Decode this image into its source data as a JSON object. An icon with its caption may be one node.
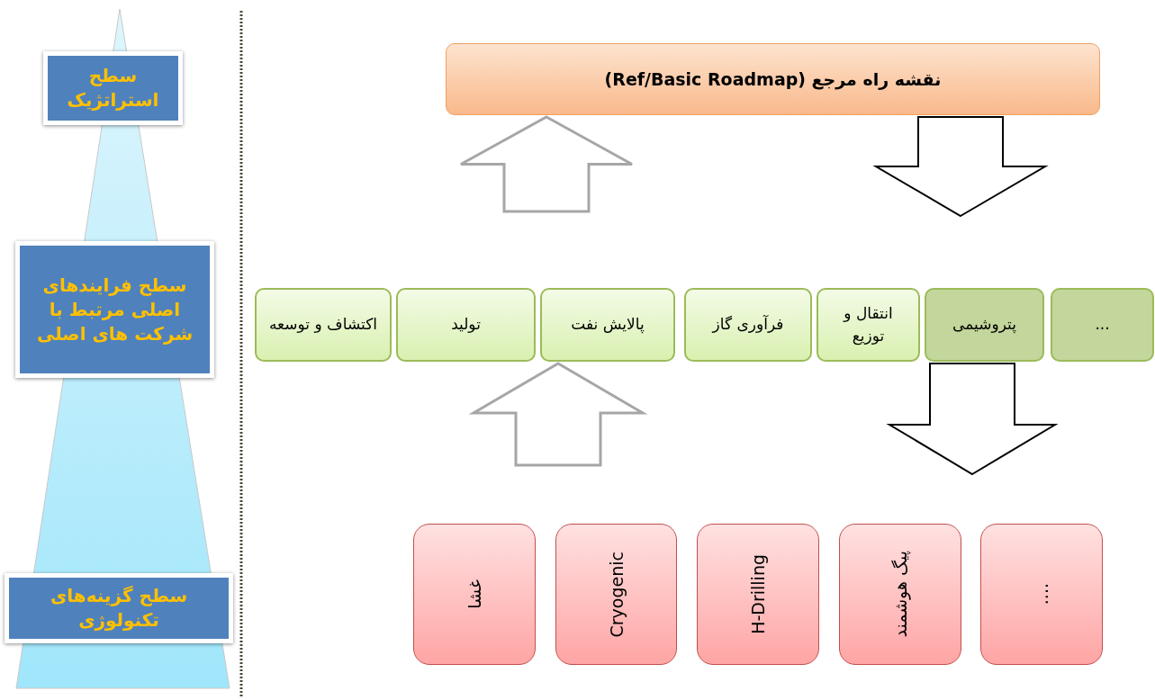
{
  "diagram": {
    "nodes": [
      {
        "text": [
          "سطح استراتژیک"
        ]
      },
      {
        "text": [
          "سطح فرایندهای اصلی مرتبط با شرکت های اصلی"
        ]
      },
      {
        "text": [
          "سطح گزینه‌های تکنولوژی"
        ]
      },
      {
        "text": [
          "نقشه راه مرجع (Ref/Basic Roadmap)"
        ]
      },
      {
        "text": [
          "اکتشاف و توسعه"
        ]
      },
      {
        "text": [
          "تولید"
        ]
      },
      {
        "text": [
          "پالایش نفت"
        ]
      },
      {
        "text": [
          "فرآوری گاز"
        ]
      },
      {
        "text": [
          "انتقال و توزیع"
        ]
      },
      {
        "text": [
          "پتروشیمی"
        ]
      },
      {
        "text": [
          "..."
        ]
      },
      {
        "text": [
          "غشا"
        ]
      },
      {
        "text": [
          "Cryogenic"
        ]
      },
      {
        "text": [
          "H-Drilling"
        ]
      },
      {
        "text": [
          "پیگ هوشمند"
        ]
      },
      {
        "text": [
          "...."
        ]
      }
    ],
    "edges": [
      {
        "from": null,
        "to": 3,
        "arrow": "to",
        "color": "#a6a6a6"
      },
      {
        "from": 3,
        "to": null,
        "arrow": "to",
        "color": "#000000"
      },
      {
        "from": null,
        "to": 6,
        "arrow": "to",
        "color": "#a6a6a6"
      },
      {
        "from": 9,
        "to": null,
        "arrow": "to",
        "color": "#000000"
      }
    ]
  }
}
